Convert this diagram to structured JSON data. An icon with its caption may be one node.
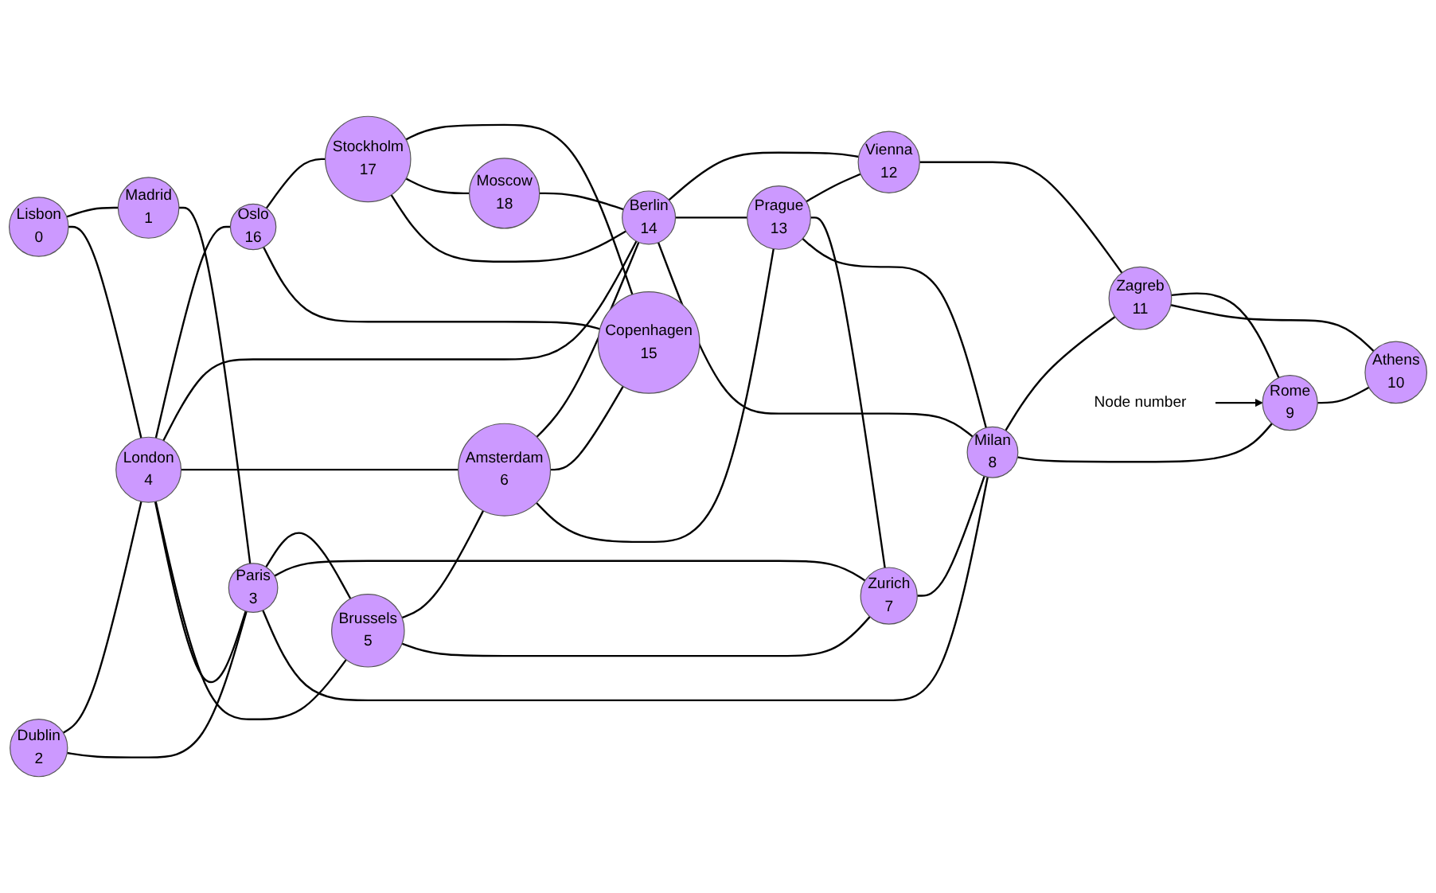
{
  "diagram": {
    "nodes": [
      {
        "text": [
          "Lisbon",
          "0"
        ]
      },
      {
        "text": [
          "Madrid",
          "1"
        ]
      },
      {
        "text": [
          "Dublin",
          "2"
        ]
      },
      {
        "text": [
          "Paris",
          "3"
        ]
      },
      {
        "text": [
          "London",
          "4"
        ]
      },
      {
        "text": [
          "Brussels",
          "5"
        ]
      },
      {
        "text": [
          "Amsterdam",
          "6"
        ]
      },
      {
        "text": [
          "Zurich",
          "7"
        ]
      },
      {
        "text": [
          "Milan",
          "8"
        ]
      },
      {
        "text": [
          "Rome",
          "9"
        ]
      },
      {
        "text": [
          "Athens",
          "10"
        ]
      },
      {
        "text": [
          "Zagreb",
          "11"
        ]
      },
      {
        "text": [
          "Vienna",
          "12"
        ]
      },
      {
        "text": [
          "Prague",
          "13"
        ]
      },
      {
        "text": [
          "Berlin",
          "14"
        ]
      },
      {
        "text": [
          "Copenhagen",
          "15"
        ]
      },
      {
        "text": [
          "Oslo",
          "16"
        ]
      },
      {
        "text": [
          "Stockholm",
          "17"
        ]
      },
      {
        "text": [
          "Moscow",
          "18"
        ]
      },
      {
        "text": [
          "Node number"
        ]
      }
    ],
    "edges": [
      {
        "from": 0,
        "to": 1,
        "arrow": "none"
      },
      {
        "from": 0,
        "to": 4,
        "arrow": "none"
      },
      {
        "from": 1,
        "to": 3,
        "arrow": "none"
      },
      {
        "from": 2,
        "to": 4,
        "arrow": "none"
      },
      {
        "from": 2,
        "to": 3,
        "arrow": "none"
      },
      {
        "from": 4,
        "to": 16,
        "arrow": "none"
      },
      {
        "from": 4,
        "to": 14,
        "arrow": "none"
      },
      {
        "from": 4,
        "to": 6,
        "arrow": "none"
      },
      {
        "from": 4,
        "to": 5,
        "arrow": "none"
      },
      {
        "from": 4,
        "to": 3,
        "arrow": "none"
      },
      {
        "from": 3,
        "to": 5,
        "arrow": "none"
      },
      {
        "from": 3,
        "to": 7,
        "arrow": "none"
      },
      {
        "from": 3,
        "to": 8,
        "arrow": "none"
      },
      {
        "from": 5,
        "to": 6,
        "arrow": "none"
      },
      {
        "from": 5,
        "to": 7,
        "arrow": "none"
      },
      {
        "from": 6,
        "to": 14,
        "arrow": "none"
      },
      {
        "from": 6,
        "to": 15,
        "arrow": "none"
      },
      {
        "from": 6,
        "to": 13,
        "arrow": "none"
      },
      {
        "from": 13,
        "to": 12,
        "arrow": "none"
      },
      {
        "from": 16,
        "to": 17,
        "arrow": "none"
      },
      {
        "from": 16,
        "to": 15,
        "arrow": "none"
      },
      {
        "from": 17,
        "to": 15,
        "arrow": "none"
      },
      {
        "from": 17,
        "to": 18,
        "arrow": "none"
      },
      {
        "from": 17,
        "to": 14,
        "arrow": "none"
      },
      {
        "from": 18,
        "to": 14,
        "arrow": "none"
      },
      {
        "from": 14,
        "to": 12,
        "arrow": "none"
      },
      {
        "from": 14,
        "to": 13,
        "arrow": "none"
      },
      {
        "from": 14,
        "to": 8,
        "arrow": "none"
      },
      {
        "from": 13,
        "to": 7,
        "arrow": "none"
      },
      {
        "from": 13,
        "to": 8,
        "arrow": "none"
      },
      {
        "from": 7,
        "to": 8,
        "arrow": "none"
      },
      {
        "from": 12,
        "to": 11,
        "arrow": "none"
      },
      {
        "from": 8,
        "to": 11,
        "arrow": "none"
      },
      {
        "from": 8,
        "to": 9,
        "arrow": "none"
      },
      {
        "from": 11,
        "to": 9,
        "arrow": "none"
      },
      {
        "from": 11,
        "to": 10,
        "arrow": "none"
      },
      {
        "from": 9,
        "to": 10,
        "arrow": "none"
      },
      {
        "from": 19,
        "to": 9,
        "arrow": "to"
      }
    ]
  }
}
